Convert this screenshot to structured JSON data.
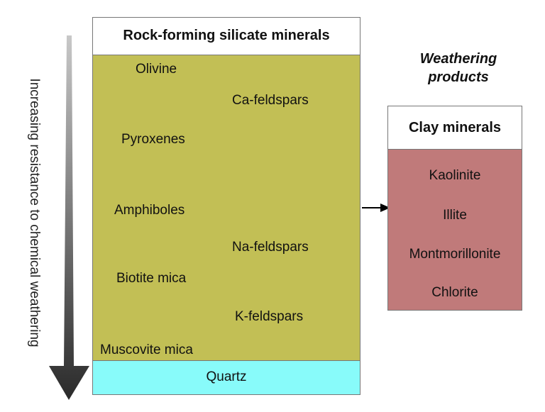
{
  "axis_label": "Increasing resistance to chemical weathering",
  "silicates": {
    "header": "Rock-forming silicate minerals",
    "minerals": {
      "olivine": "Olivine",
      "ca_feldspars": "Ca-feldspars",
      "pyroxenes": "Pyroxenes",
      "amphiboles": "Amphiboles",
      "na_feldspars": "Na-feldspars",
      "biotite_mica": "Biotite mica",
      "k_feldspars": "K-feldspars",
      "muscovite_mica": "Muscovite mica"
    },
    "quartz": "Quartz"
  },
  "weathering_products": {
    "title_line1": "Weathering",
    "title_line2": "products",
    "clay_header": "Clay minerals",
    "clays": [
      "Kaolinite",
      "Illite",
      "Montmorillonite",
      "Chlorite"
    ]
  },
  "colors": {
    "silicate_fill": "#c2bf55",
    "quartz_fill": "#88fbfa",
    "clay_fill": "#c07a7a",
    "arrow_dark": "#2a2a2a",
    "arrow_light": "#c8c8c8"
  }
}
